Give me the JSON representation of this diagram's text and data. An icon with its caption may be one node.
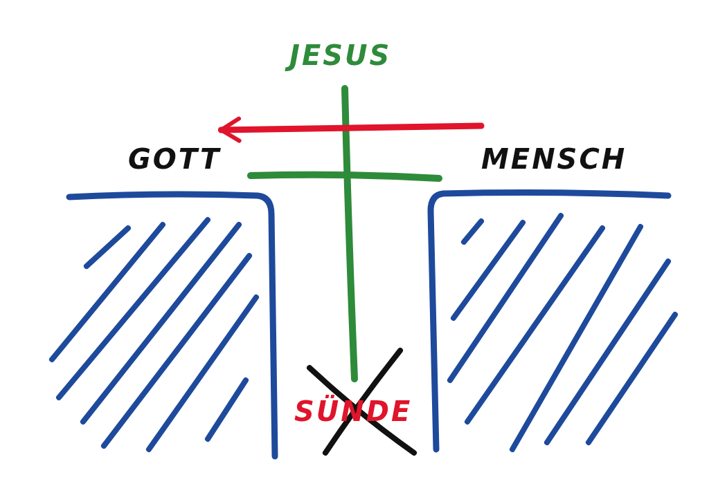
{
  "diagram": {
    "nodes": [
      {
        "text": [
          "GOTT"
        ]
      },
      {
        "text": [
          "JESUS"
        ]
      },
      {
        "text": [
          "MENSCH"
        ]
      }
    ],
    "edges": [
      {
        "from": 2,
        "to": 0,
        "arrow": "to",
        "color": "#e0142b"
      }
    ],
    "labels": [
      "SÜNDE"
    ]
  }
}
